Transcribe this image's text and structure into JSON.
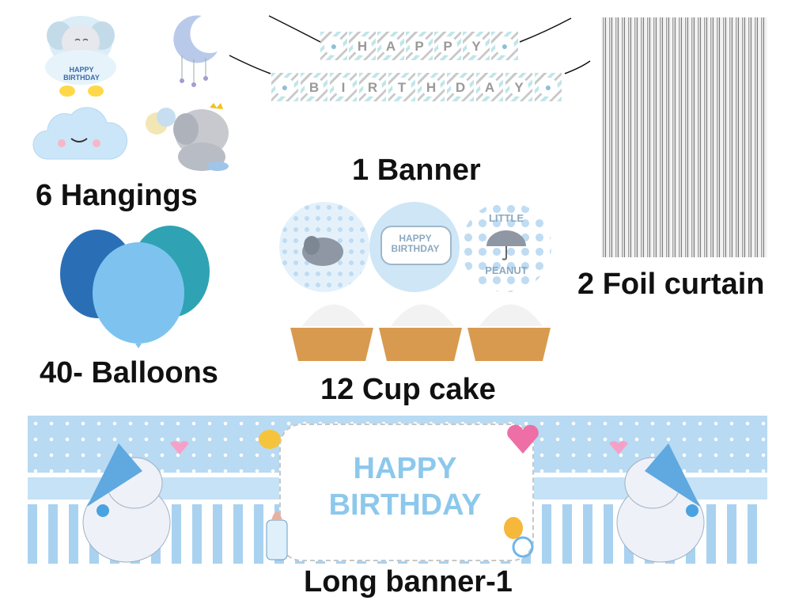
{
  "hangings": {
    "label": "6 Hangings",
    "topper_text": "HAPPY BIRTHDAY"
  },
  "banner": {
    "label": "1 Banner",
    "row1": [
      "H",
      "A",
      "P",
      "P",
      "Y"
    ],
    "row2": [
      "B",
      "I",
      "R",
      "T",
      "H",
      "D",
      "A",
      "Y"
    ]
  },
  "foil_curtain": {
    "label": "2 Foil curtain",
    "color": "#c8c8c8"
  },
  "balloons": {
    "label": "40- Balloons",
    "colors": [
      "#2a6fb6",
      "#2fa3b3",
      "#7ec3ef"
    ]
  },
  "cupcake": {
    "label": "12 Cup cake",
    "topper1_text": "HAPPY BIRTHDAY",
    "topper2_text": "LITTLE",
    "topper3_text": "PEANUT"
  },
  "long_banner": {
    "label": "Long banner-1",
    "line1": "HAPPY",
    "line2": "BIRTHDAY",
    "accent": "#8cc8ec"
  }
}
